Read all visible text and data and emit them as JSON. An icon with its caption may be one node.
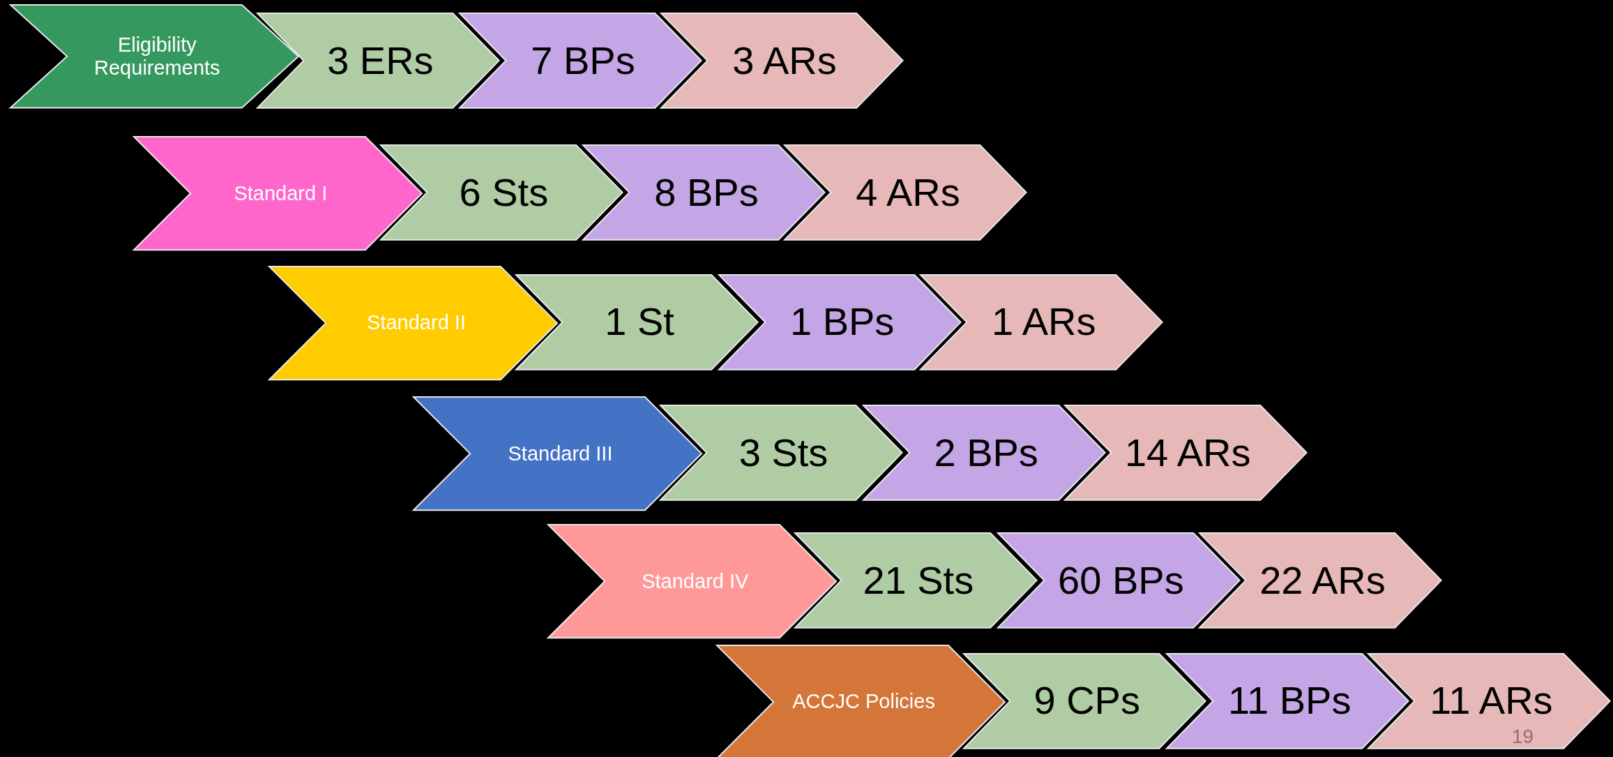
{
  "diagram": {
    "nodes": [
      {
        "text": [
          "Eligibility Requirements"
        ]
      },
      {
        "text": [
          "3 ERs"
        ]
      },
      {
        "text": [
          "7 BPs"
        ]
      },
      {
        "text": [
          "3 ARs"
        ]
      },
      {
        "text": [
          "Standard I"
        ]
      },
      {
        "text": [
          "6 Sts"
        ]
      },
      {
        "text": [
          "8 BPs"
        ]
      },
      {
        "text": [
          "4 ARs"
        ]
      },
      {
        "text": [
          "Standard II"
        ]
      },
      {
        "text": [
          "1 St"
        ]
      },
      {
        "text": [
          "1 BPs"
        ]
      },
      {
        "text": [
          "1 ARs"
        ]
      },
      {
        "text": [
          "Standard III"
        ]
      },
      {
        "text": [
          "3 Sts"
        ]
      },
      {
        "text": [
          "2 BPs"
        ]
      },
      {
        "text": [
          "14 ARs"
        ]
      },
      {
        "text": [
          "Standard IV"
        ]
      },
      {
        "text": [
          "21 Sts"
        ]
      },
      {
        "text": [
          "60 BPs"
        ]
      },
      {
        "text": [
          "22 ARs"
        ]
      },
      {
        "text": [
          "ACCJC Policies"
        ]
      },
      {
        "text": [
          "9 CPs"
        ]
      },
      {
        "text": [
          "11 BPs"
        ]
      },
      {
        "text": [
          "11 ARs"
        ]
      }
    ],
    "labels": [
      "19"
    ]
  }
}
